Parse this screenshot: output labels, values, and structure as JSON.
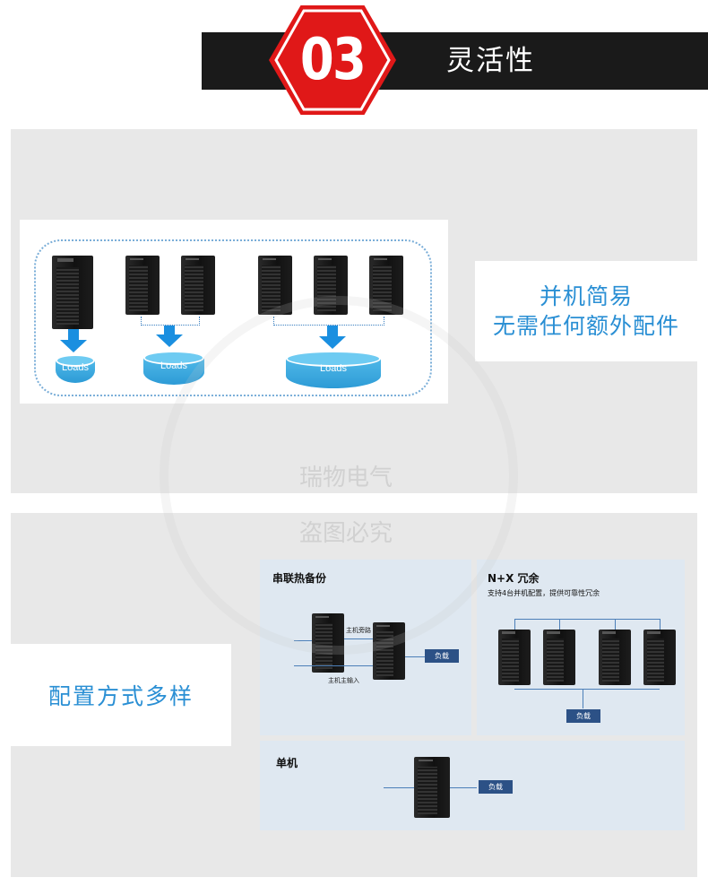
{
  "header": {
    "number": "03",
    "title": "灵活性"
  },
  "section1": {
    "callout_line1": "并机简易",
    "callout_line2": "无需任何额外配件",
    "loads_label": "Loads"
  },
  "section2": {
    "callout": "配置方式多样",
    "serial": {
      "title": "串联热备份",
      "bypass_label": "主机旁路",
      "main_input_label": "主机主输入",
      "load_label": "负载"
    },
    "nx": {
      "title": "N+X 冗余",
      "subtitle": "支持4台并机配置，提供可靠性冗余",
      "load_label": "负载"
    },
    "single": {
      "title": "单机",
      "load_label": "负载"
    }
  },
  "watermark": {
    "center_brand": "瑞物电气",
    "center_sub": "盗图必究"
  },
  "colors": {
    "accent": "#2a8fd4",
    "hex_red": "#e01818",
    "header_bar": "#1a1a1a",
    "panel": "#e8e8e8"
  }
}
